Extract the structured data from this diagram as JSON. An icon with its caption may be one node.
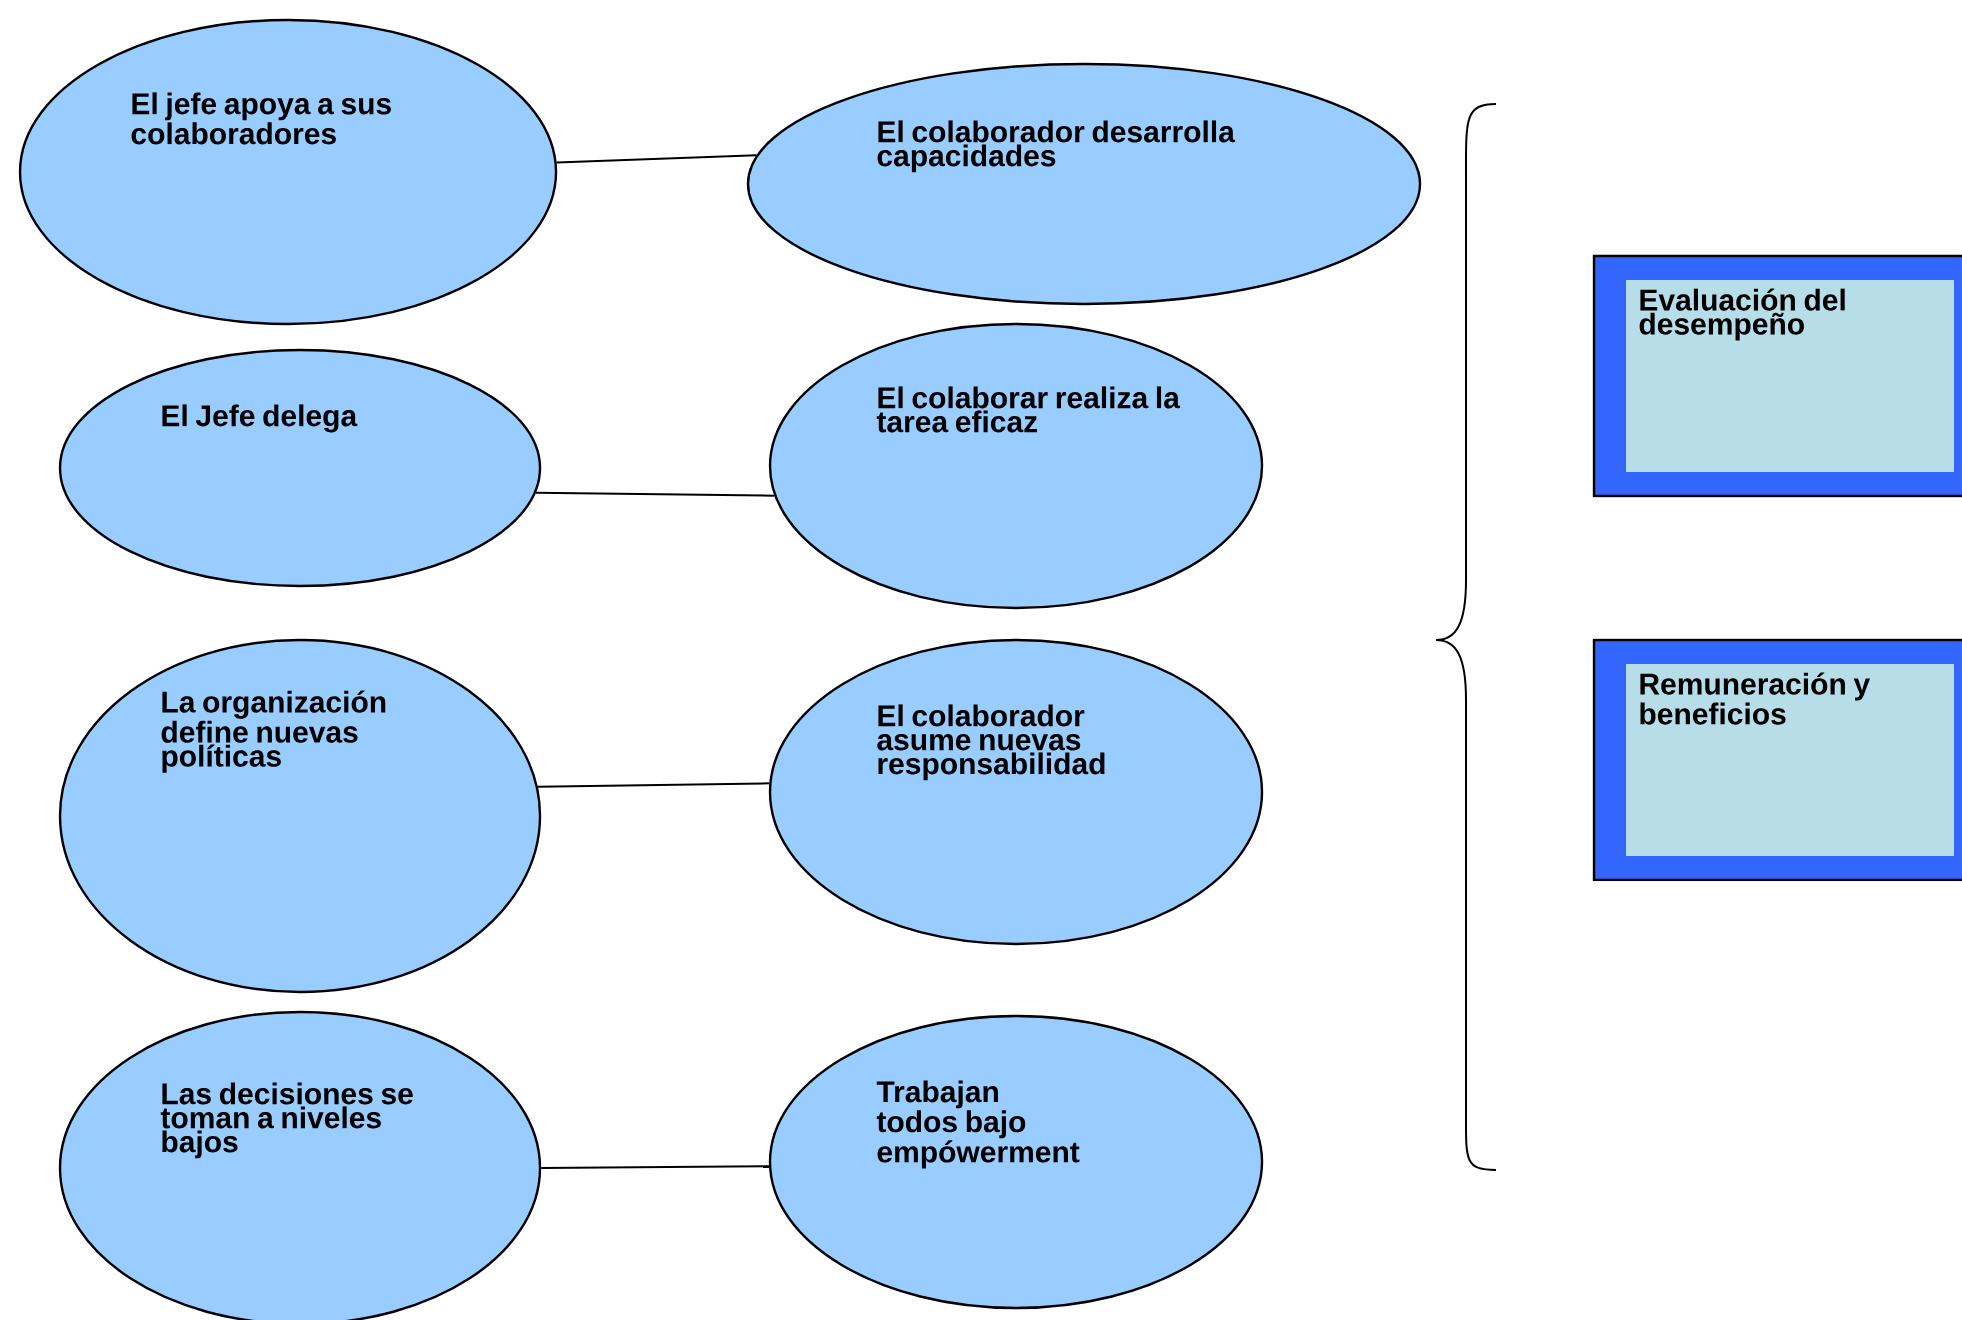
{
  "diagram": {
    "nodes": [
      {
        "text": [
          "El jefe apoya a sus colaboradores"
        ]
      },
      {
        "text": [
          "El colaborador desarrolla capacidades"
        ]
      },
      {
        "text": [
          "El Jefe delega"
        ]
      },
      {
        "text": [
          "El colaborar realiza la tarea eficaz"
        ]
      },
      {
        "text": [
          "La organización define nuevas políticas"
        ]
      },
      {
        "text": [
          "El colaborador asume nuevas responsabilidad"
        ]
      },
      {
        "text": [
          "Las decisiones se toman a niveles bajos"
        ]
      },
      {
        "text": [
          "Trabajan todos bajo empówerment"
        ]
      },
      {
        "text": [
          "Evaluación del desempeño"
        ]
      },
      {
        "text": [
          "Remuneración  y beneficios"
        ]
      }
    ],
    "edges": [
      {
        "from": 0,
        "to": 1,
        "arrow": "none"
      },
      {
        "from": 2,
        "to": 3,
        "arrow": "none"
      },
      {
        "from": 4,
        "to": 5,
        "arrow": "none"
      },
      {
        "from": 6,
        "to": 7,
        "arrow": "none"
      }
    ]
  }
}
